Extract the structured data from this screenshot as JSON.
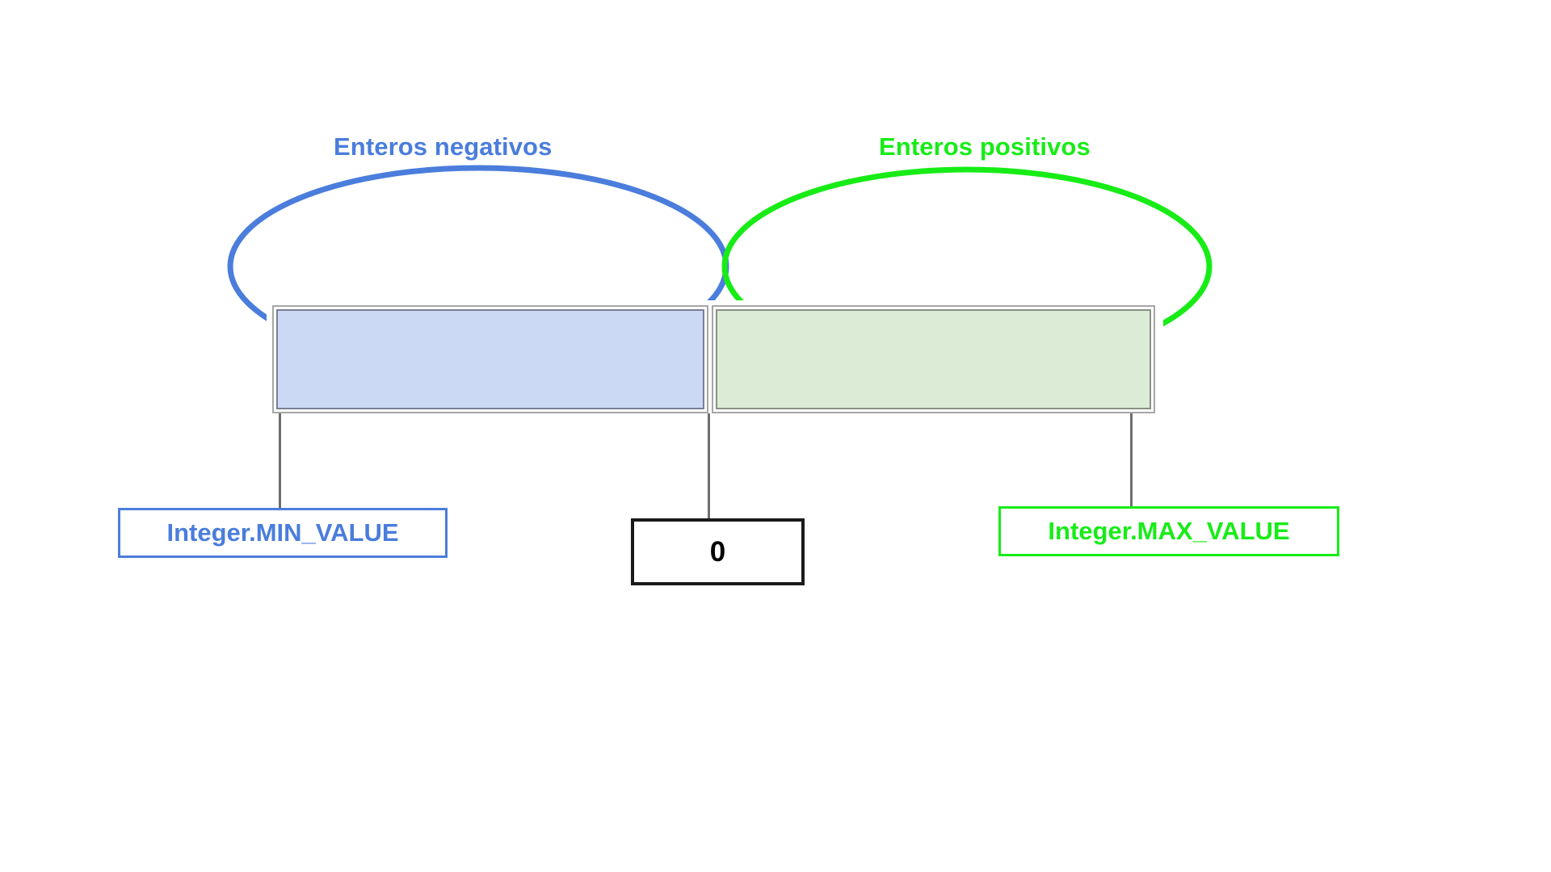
{
  "diagram": {
    "title_text": "",
    "colors": {
      "negative_accent": "#4a7ddc",
      "positive_accent": "#17ec17",
      "negative_fill": "#cbd9f5",
      "positive_fill": "#dbebd5",
      "neutral_stroke": "#6e6e6e",
      "zero_border": "#1a1a1a",
      "background": "#ffffff"
    },
    "captions": {
      "negative": "Enteros negativos",
      "positive": "Enteros positivos"
    },
    "ranges": [
      {
        "id": "negative-range",
        "caption": "Enteros negativos",
        "fill": "#cbd9f5",
        "accent": "#4a7ddc",
        "boundary_label": "Integer.MIN_VALUE"
      },
      {
        "id": "positive-range",
        "caption": "Enteros positivos",
        "fill": "#dbebd5",
        "accent": "#17ec17",
        "boundary_label": "Integer.MAX_VALUE"
      }
    ],
    "callouts": {
      "min": "Integer.MIN_VALUE",
      "zero": "0",
      "max": "Integer.MAX_VALUE"
    },
    "icons": {
      "negative_brace": "blue-ellipse-outline",
      "positive_brace": "green-ellipse-outline",
      "leader_line": "vertical-leader-line"
    }
  }
}
